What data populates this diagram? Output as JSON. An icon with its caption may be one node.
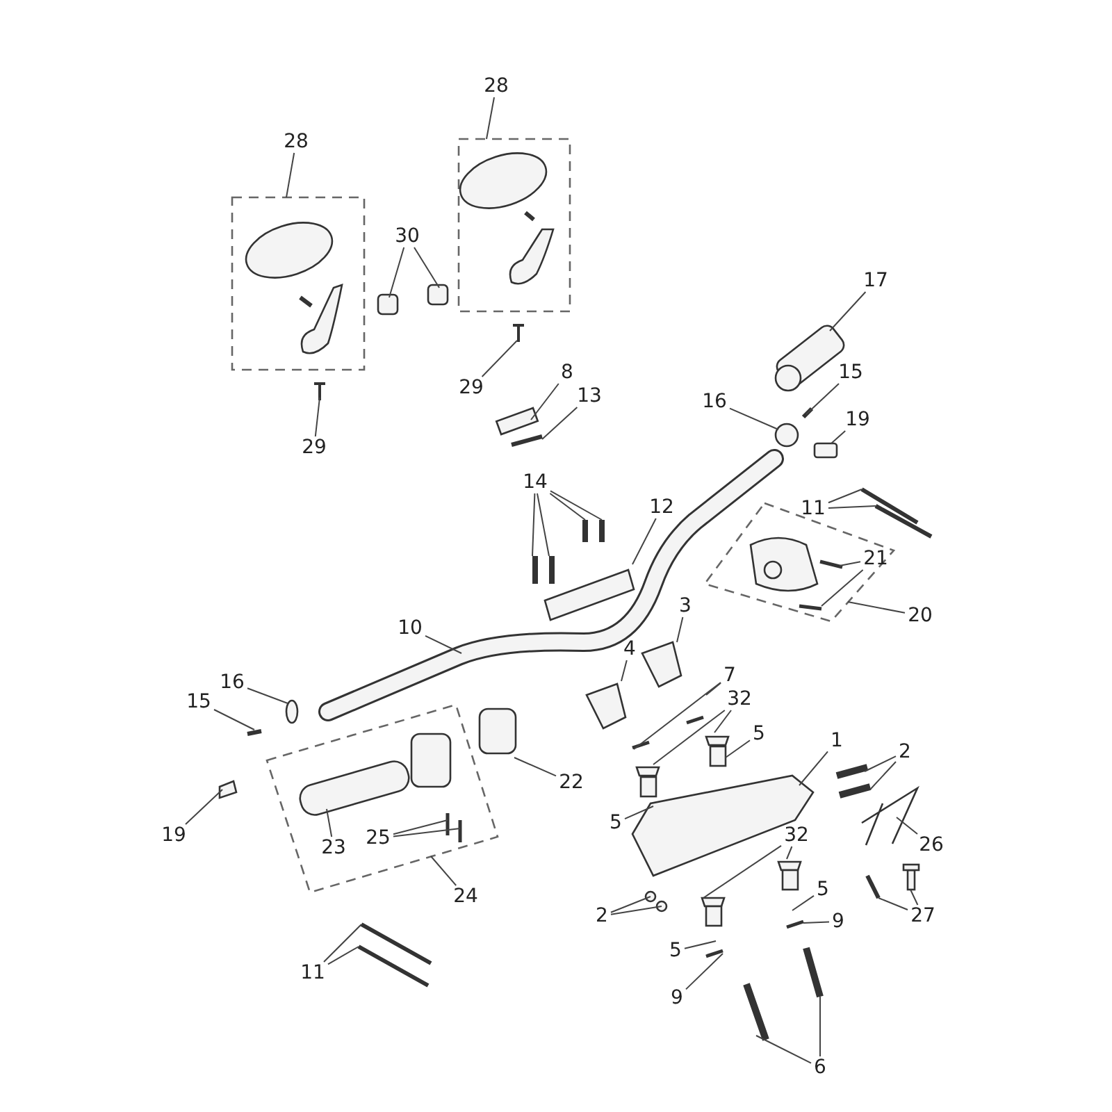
{
  "diagram": {
    "nodes": [
      {
        "text": [
          "28"
        ]
      },
      {
        "text": [
          "28"
        ]
      },
      {
        "text": [
          "30"
        ]
      },
      {
        "text": [
          "29"
        ]
      },
      {
        "text": [
          "29"
        ]
      },
      {
        "text": [
          "8"
        ]
      },
      {
        "text": [
          "13"
        ]
      },
      {
        "text": [
          "17"
        ]
      },
      {
        "text": [
          "15"
        ]
      },
      {
        "text": [
          "16"
        ]
      },
      {
        "text": [
          "19"
        ]
      },
      {
        "text": [
          "14"
        ]
      },
      {
        "text": [
          "12"
        ]
      },
      {
        "text": [
          "11"
        ]
      },
      {
        "text": [
          "21"
        ]
      },
      {
        "text": [
          "20"
        ]
      },
      {
        "text": [
          "10"
        ]
      },
      {
        "text": [
          "3"
        ]
      },
      {
        "text": [
          "4"
        ]
      },
      {
        "text": [
          "7"
        ]
      },
      {
        "text": [
          "32"
        ]
      },
      {
        "text": [
          "5"
        ]
      },
      {
        "text": [
          "16"
        ]
      },
      {
        "text": [
          "15"
        ]
      },
      {
        "text": [
          "1"
        ]
      },
      {
        "text": [
          "2"
        ]
      },
      {
        "text": [
          "22"
        ]
      },
      {
        "text": [
          "5"
        ]
      },
      {
        "text": [
          "19"
        ]
      },
      {
        "text": [
          "23"
        ]
      },
      {
        "text": [
          "25"
        ]
      },
      {
        "text": [
          "26"
        ]
      },
      {
        "text": [
          "32"
        ]
      },
      {
        "text": [
          "5"
        ]
      },
      {
        "text": [
          "27"
        ]
      },
      {
        "text": [
          "2"
        ]
      },
      {
        "text": [
          "9"
        ]
      },
      {
        "text": [
          "24"
        ]
      },
      {
        "text": [
          "5"
        ]
      },
      {
        "text": [
          "11"
        ]
      },
      {
        "text": [
          "9"
        ]
      },
      {
        "text": [
          "6"
        ]
      }
    ],
    "edges": [
      {
        "from": 0,
        "to": null,
        "arrow": "none"
      },
      {
        "from": 1,
        "to": null,
        "arrow": "none"
      },
      {
        "from": 2,
        "to": null,
        "arrow": "none"
      },
      {
        "from": 2,
        "to": null,
        "arrow": "none"
      },
      {
        "from": 3,
        "to": null,
        "arrow": "none"
      },
      {
        "from": 4,
        "to": null,
        "arrow": "none"
      },
      {
        "from": 5,
        "to": null,
        "arrow": "none"
      },
      {
        "from": 6,
        "to": null,
        "arrow": "none"
      },
      {
        "from": 7,
        "to": null,
        "arrow": "none"
      },
      {
        "from": 8,
        "to": null,
        "arrow": "none"
      },
      {
        "from": 9,
        "to": null,
        "arrow": "none"
      },
      {
        "from": 10,
        "to": null,
        "arrow": "none"
      },
      {
        "from": 11,
        "to": null,
        "arrow": "none"
      },
      {
        "from": 11,
        "to": null,
        "arrow": "none"
      },
      {
        "from": 11,
        "to": null,
        "arrow": "none"
      },
      {
        "from": 11,
        "to": null,
        "arrow": "none"
      },
      {
        "from": 12,
        "to": null,
        "arrow": "none"
      },
      {
        "from": 13,
        "to": null,
        "arrow": "none"
      },
      {
        "from": 13,
        "to": null,
        "arrow": "none"
      },
      {
        "from": 14,
        "to": null,
        "arrow": "none"
      },
      {
        "from": 14,
        "to": null,
        "arrow": "none"
      },
      {
        "from": 15,
        "to": null,
        "arrow": "none"
      },
      {
        "from": 16,
        "to": null,
        "arrow": "none"
      },
      {
        "from": 17,
        "to": null,
        "arrow": "none"
      },
      {
        "from": 18,
        "to": null,
        "arrow": "none"
      },
      {
        "from": 19,
        "to": null,
        "arrow": "none"
      },
      {
        "from": 19,
        "to": null,
        "arrow": "none"
      },
      {
        "from": 20,
        "to": null,
        "arrow": "none"
      },
      {
        "from": 20,
        "to": null,
        "arrow": "none"
      },
      {
        "from": 21,
        "to": null,
        "arrow": "none"
      },
      {
        "from": 22,
        "to": null,
        "arrow": "none"
      },
      {
        "from": 23,
        "to": null,
        "arrow": "none"
      },
      {
        "from": 24,
        "to": null,
        "arrow": "none"
      },
      {
        "from": 25,
        "to": null,
        "arrow": "none"
      },
      {
        "from": 25,
        "to": null,
        "arrow": "none"
      },
      {
        "from": 26,
        "to": null,
        "arrow": "none"
      },
      {
        "from": 27,
        "to": null,
        "arrow": "none"
      },
      {
        "from": 28,
        "to": null,
        "arrow": "none"
      },
      {
        "from": 29,
        "to": null,
        "arrow": "none"
      },
      {
        "from": 30,
        "to": null,
        "arrow": "none"
      },
      {
        "from": 30,
        "to": null,
        "arrow": "none"
      },
      {
        "from": 31,
        "to": null,
        "arrow": "none"
      },
      {
        "from": 32,
        "to": null,
        "arrow": "none"
      },
      {
        "from": 32,
        "to": null,
        "arrow": "none"
      },
      {
        "from": 33,
        "to": null,
        "arrow": "none"
      },
      {
        "from": 34,
        "to": null,
        "arrow": "none"
      },
      {
        "from": 34,
        "to": null,
        "arrow": "none"
      },
      {
        "from": 35,
        "to": null,
        "arrow": "none"
      },
      {
        "from": 35,
        "to": null,
        "arrow": "none"
      },
      {
        "from": 36,
        "to": null,
        "arrow": "none"
      },
      {
        "from": 37,
        "to": null,
        "arrow": "none"
      },
      {
        "from": 38,
        "to": null,
        "arrow": "none"
      },
      {
        "from": 39,
        "to": null,
        "arrow": "none"
      },
      {
        "from": 39,
        "to": null,
        "arrow": "none"
      },
      {
        "from": 40,
        "to": null,
        "arrow": "none"
      },
      {
        "from": 41,
        "to": null,
        "arrow": "none"
      },
      {
        "from": 41,
        "to": null,
        "arrow": "none"
      }
    ]
  }
}
